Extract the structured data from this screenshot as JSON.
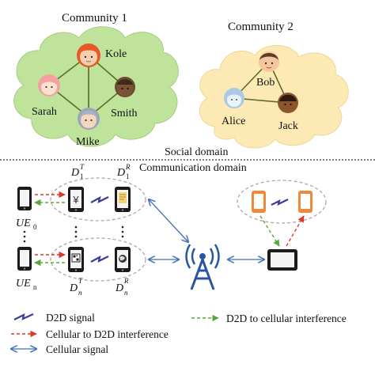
{
  "social": {
    "community1": {
      "title": "Community 1",
      "members": [
        "Kole",
        "Sarah",
        "Smith",
        "Mike"
      ]
    },
    "community2": {
      "title": "Community 2",
      "members": [
        "Bob",
        "Alice",
        "Jack"
      ]
    }
  },
  "domains": {
    "social": "Social domain",
    "communication": "Communication domain"
  },
  "device_labels": {
    "tx1": "D",
    "tx1_sup": "T",
    "tx1_sub": "1",
    "rx1": "D",
    "rx1_sup": "R",
    "rx1_sub": "1",
    "txn": "D",
    "txn_sup": "T",
    "txn_sub": "n",
    "rxn": "D",
    "rxn_sup": "R",
    "rxn_sub": "n",
    "ue0": "UE",
    "ue0_sub": "0",
    "uen": "UE",
    "uen_sub": "n",
    "tx1_glyph": "¥"
  },
  "legend": {
    "d2d": "D2D signal",
    "cell_to_d2d": "Cellular to D2D interference",
    "cellular": "Cellular signal",
    "d2d_to_cell": "D2D to cellular interference"
  },
  "colors": {
    "cloud1": "#bfe39a",
    "cloud2": "#fde9b4",
    "red_dash": "#d93a2b",
    "green_dash": "#5aa83a",
    "blue": "#3f6fb6",
    "orange": "#f08a3a",
    "edge": "#5b6b2a"
  }
}
